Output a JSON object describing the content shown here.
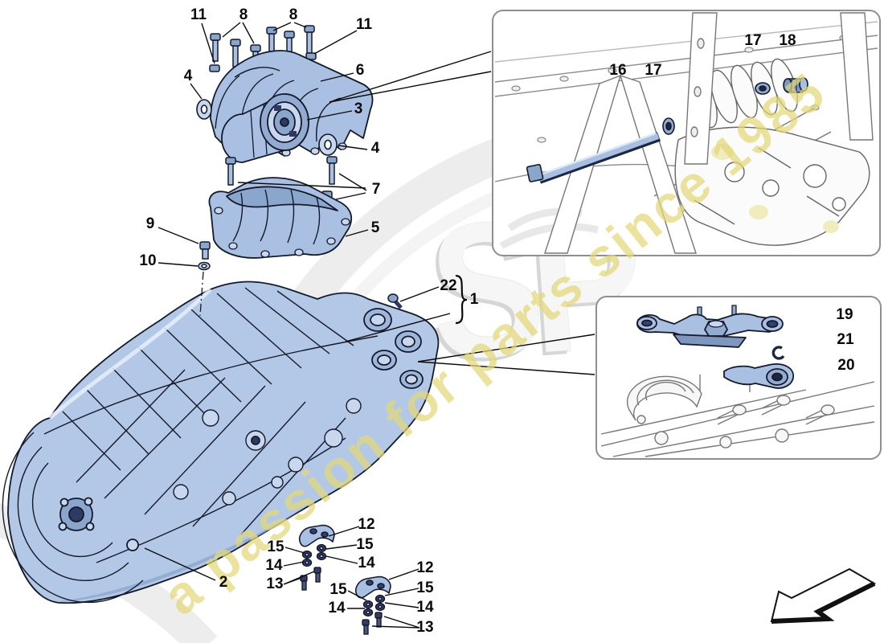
{
  "watermark": {
    "slogan": "a passion for parts since 1985",
    "brand_letters": "SP"
  },
  "callouts": {
    "c11a": "11",
    "c8a": "8",
    "c8b": "8",
    "c11b": "11",
    "c6": "6",
    "c3": "3",
    "c4a": "4",
    "c4b": "4",
    "c7": "7",
    "c5": "5",
    "c9": "9",
    "c10": "10",
    "c22": "22",
    "c1": "1",
    "c2": "2",
    "s1_12": "12",
    "s1_15l": "15",
    "s1_15r": "15",
    "s1_14l": "14",
    "s1_14r": "14",
    "s1_13": "13",
    "s2_12": "12",
    "s2_15l": "15",
    "s2_15r": "15",
    "s2_14l": "14",
    "s2_14r": "14",
    "s2_13": "13",
    "c16": "16",
    "c17a": "17",
    "c17b": "17",
    "c18": "18",
    "c19": "19",
    "c21": "21",
    "c20": "20"
  },
  "colors": {
    "part_blue_light": "#c9d7ee",
    "part_blue_mid": "#a9c0e2",
    "part_blue_dark": "#8aa6cc",
    "outline_ink": "#141a2c",
    "watermark_yellow": "#e3d878",
    "inset_border_gray": "#8f8f8f"
  }
}
